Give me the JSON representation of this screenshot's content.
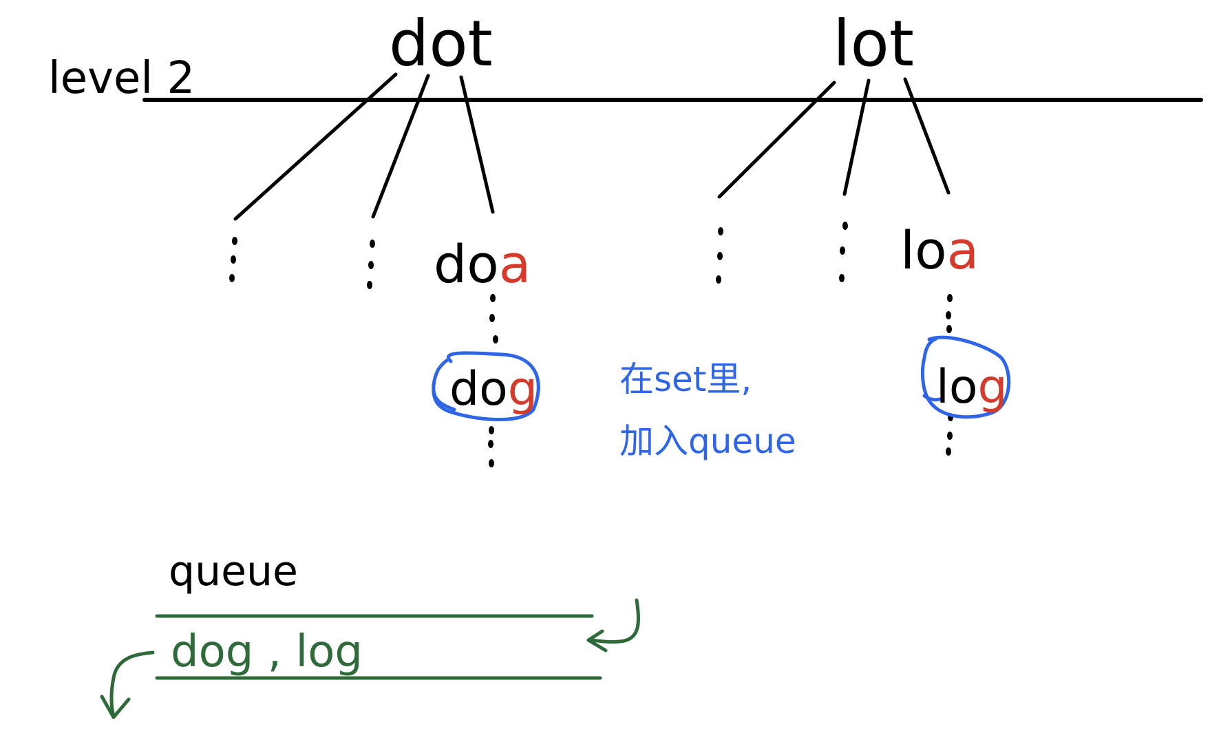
{
  "colors": {
    "ink": "#000000",
    "highlight": "#d63a2a",
    "blue": "#2f66e8",
    "green": "#2f6b3a"
  },
  "diagram": {
    "level_label": "level 2",
    "nodes": {
      "dot": "dot",
      "lot": "lot"
    },
    "children": {
      "dot_branch": {
        "stem": "do",
        "letter_a": "a",
        "found_stem": "do",
        "found_letter": "g"
      },
      "lot_branch": {
        "stem": "lo",
        "letter_a": "a",
        "found_stem": "lo",
        "found_letter": "g"
      }
    },
    "note": {
      "line1": "在set里,",
      "line2": "加入queue"
    },
    "queue": {
      "label": "queue",
      "contents": "dog , log"
    }
  }
}
